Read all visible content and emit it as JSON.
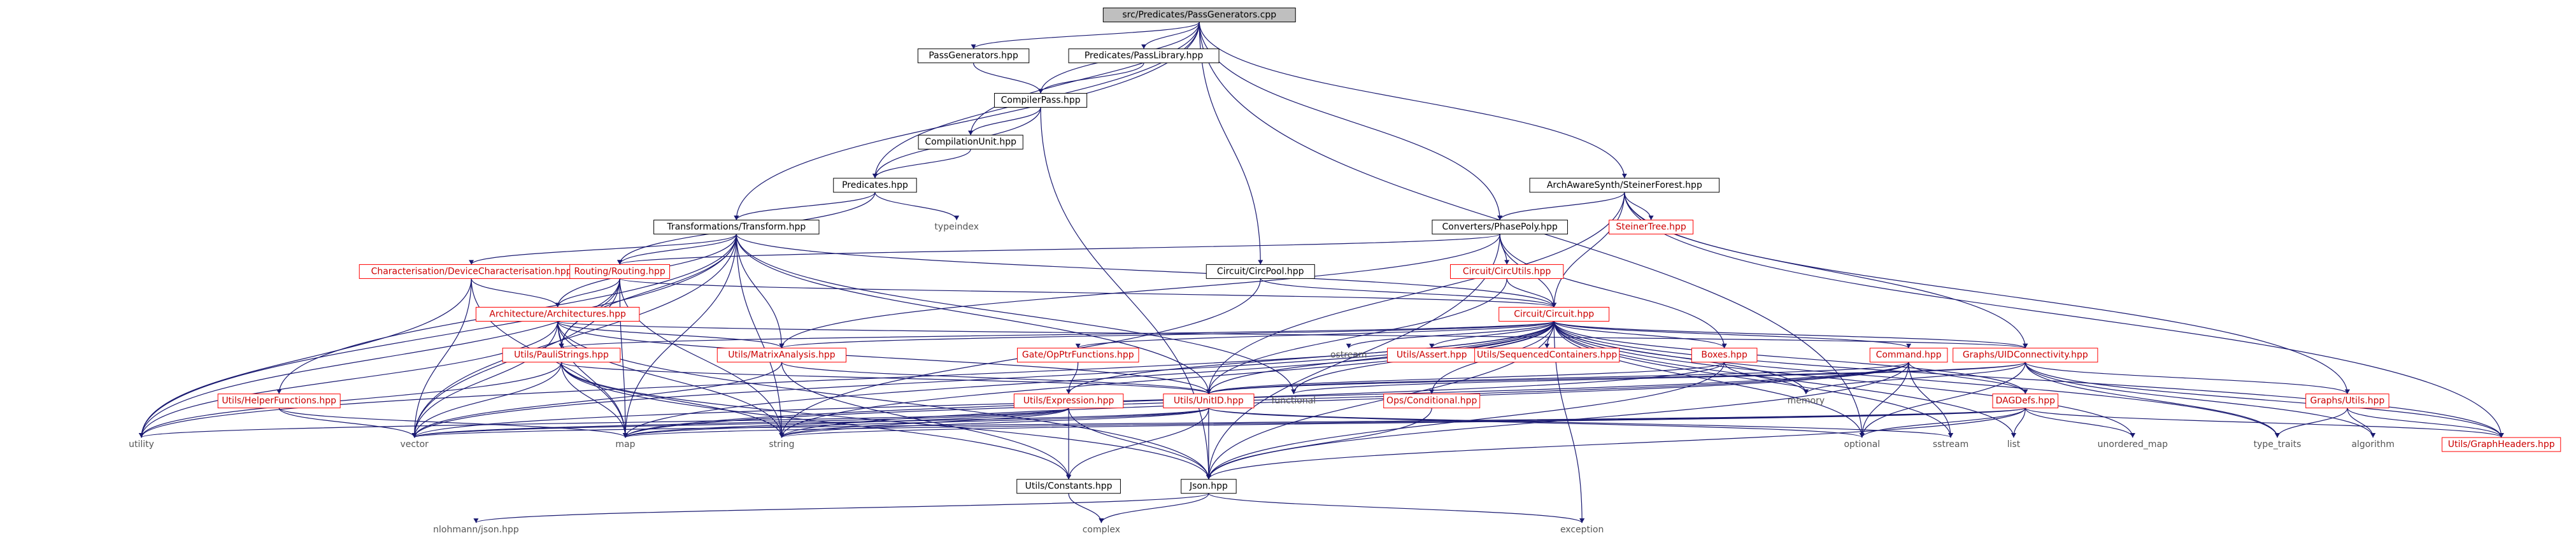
{
  "colors": {
    "edge": "#191970",
    "box_border": "#000000",
    "root_fill": "#bfbfbf",
    "truncated_border": "#ff0000",
    "system_text": "#555555"
  },
  "nodes": [
    {
      "id": "root",
      "label": "src/Predicates/PassGenerators.cpp",
      "kind": "root"
    },
    {
      "id": "passgen_hpp",
      "label": "PassGenerators.hpp",
      "kind": "file"
    },
    {
      "id": "passlib",
      "label": "Predicates/PassLibrary.hpp",
      "kind": "file"
    },
    {
      "id": "compilerpass",
      "label": "CompilerPass.hpp",
      "kind": "file"
    },
    {
      "id": "compunit",
      "label": "CompilationUnit.hpp",
      "kind": "file"
    },
    {
      "id": "predicates",
      "label": "Predicates.hpp",
      "kind": "file"
    },
    {
      "id": "typeindex",
      "label": "typeindex",
      "kind": "system"
    },
    {
      "id": "transform",
      "label": "Transformations/Transform.hpp",
      "kind": "file"
    },
    {
      "id": "circpool",
      "label": "Circuit/CircPool.hpp",
      "kind": "file"
    },
    {
      "id": "phasepoly",
      "label": "Converters/PhasePoly.hpp",
      "kind": "file"
    },
    {
      "id": "steinerforest",
      "label": "ArchAwareSynth/SteinerForest.hpp",
      "kind": "file"
    },
    {
      "id": "steinertree",
      "label": "SteinerTree.hpp",
      "kind": "truncated"
    },
    {
      "id": "devchar",
      "label": "Characterisation/DeviceCharacterisation.hpp",
      "kind": "truncated"
    },
    {
      "id": "routing",
      "label": "Routing/Routing.hpp",
      "kind": "truncated"
    },
    {
      "id": "circutils",
      "label": "Circuit/CircUtils.hpp",
      "kind": "truncated"
    },
    {
      "id": "circuit",
      "label": "Circuit/Circuit.hpp",
      "kind": "truncated"
    },
    {
      "id": "arch",
      "label": "Architecture/Architectures.hpp",
      "kind": "truncated"
    },
    {
      "id": "paulistrings",
      "label": "Utils/PauliStrings.hpp",
      "kind": "truncated"
    },
    {
      "id": "matrixanalysis",
      "label": "Utils/MatrixAnalysis.hpp",
      "kind": "truncated"
    },
    {
      "id": "helperfn",
      "label": "Utils/HelperFunctions.hpp",
      "kind": "truncated"
    },
    {
      "id": "opptr",
      "label": "Gate/OpPtrFunctions.hpp",
      "kind": "truncated"
    },
    {
      "id": "ostream",
      "label": "ostream",
      "kind": "system"
    },
    {
      "id": "assert",
      "label": "Utils/Assert.hpp",
      "kind": "truncated"
    },
    {
      "id": "seqcont",
      "label": "Utils/SequencedContainers.hpp",
      "kind": "truncated"
    },
    {
      "id": "boxes",
      "label": "Boxes.hpp",
      "kind": "truncated"
    },
    {
      "id": "command",
      "label": "Command.hpp",
      "kind": "truncated"
    },
    {
      "id": "uidconn",
      "label": "Graphs/UIDConnectivity.hpp",
      "kind": "truncated"
    },
    {
      "id": "expression",
      "label": "Utils/Expression.hpp",
      "kind": "truncated"
    },
    {
      "id": "unitid",
      "label": "Utils/UnitID.hpp",
      "kind": "truncated"
    },
    {
      "id": "functional",
      "label": "functional",
      "kind": "system"
    },
    {
      "id": "optcond",
      "label": "Ops/Conditional.hpp",
      "kind": "truncated"
    },
    {
      "id": "memory",
      "label": "memory",
      "kind": "system"
    },
    {
      "id": "dagdefs",
      "label": "DAGDefs.hpp",
      "kind": "truncated"
    },
    {
      "id": "graphutils",
      "label": "Graphs/Utils.hpp",
      "kind": "truncated"
    },
    {
      "id": "utility",
      "label": "utility",
      "kind": "system"
    },
    {
      "id": "vector",
      "label": "vector",
      "kind": "system"
    },
    {
      "id": "map",
      "label": "map",
      "kind": "system"
    },
    {
      "id": "string",
      "label": "string",
      "kind": "system"
    },
    {
      "id": "constants",
      "label": "Utils/Constants.hpp",
      "kind": "file"
    },
    {
      "id": "json",
      "label": "Json.hpp",
      "kind": "file"
    },
    {
      "id": "optional",
      "label": "optional",
      "kind": "system"
    },
    {
      "id": "sstream",
      "label": "sstream",
      "kind": "system"
    },
    {
      "id": "list",
      "label": "list",
      "kind": "system"
    },
    {
      "id": "unordered_map",
      "label": "unordered_map",
      "kind": "system"
    },
    {
      "id": "type_traits",
      "label": "type_traits",
      "kind": "system"
    },
    {
      "id": "algorithm",
      "label": "algorithm",
      "kind": "system"
    },
    {
      "id": "graphheaders",
      "label": "Utils/GraphHeaders.hpp",
      "kind": "truncated"
    },
    {
      "id": "nlohmann",
      "label": "nlohmann/json.hpp",
      "kind": "system"
    },
    {
      "id": "complex",
      "label": "complex",
      "kind": "system"
    },
    {
      "id": "exception",
      "label": "exception",
      "kind": "system"
    }
  ],
  "edges": [
    [
      "root",
      "passgen_hpp"
    ],
    [
      "root",
      "passlib"
    ],
    [
      "root",
      "compilerpass"
    ],
    [
      "root",
      "compunit"
    ],
    [
      "root",
      "predicates"
    ],
    [
      "root",
      "transform"
    ],
    [
      "root",
      "circpool"
    ],
    [
      "root",
      "phasepoly"
    ],
    [
      "root",
      "steinerforest"
    ],
    [
      "root",
      "optional"
    ],
    [
      "passgen_hpp",
      "compilerpass"
    ],
    [
      "passlib",
      "compilerpass"
    ],
    [
      "compilerpass",
      "compunit"
    ],
    [
      "compilerpass",
      "predicates"
    ],
    [
      "compilerpass",
      "json"
    ],
    [
      "compunit",
      "predicates"
    ],
    [
      "predicates",
      "transform"
    ],
    [
      "predicates",
      "typeindex"
    ],
    [
      "predicates",
      "routing"
    ],
    [
      "transform",
      "devchar"
    ],
    [
      "transform",
      "routing"
    ],
    [
      "transform",
      "arch"
    ],
    [
      "transform",
      "paulistrings"
    ],
    [
      "transform",
      "matrixanalysis"
    ],
    [
      "transform",
      "helperfn"
    ],
    [
      "transform",
      "circuit"
    ],
    [
      "transform",
      "utility"
    ],
    [
      "transform",
      "vector"
    ],
    [
      "transform",
      "map"
    ],
    [
      "transform",
      "string"
    ],
    [
      "transform",
      "functional"
    ],
    [
      "transform",
      "unitid"
    ],
    [
      "circpool",
      "circuit"
    ],
    [
      "circpool",
      "string"
    ],
    [
      "phasepoly",
      "circutils"
    ],
    [
      "phasepoly",
      "circuit"
    ],
    [
      "phasepoly",
      "boxes"
    ],
    [
      "phasepoly",
      "matrixanalysis"
    ],
    [
      "phasepoly",
      "json"
    ],
    [
      "phasepoly",
      "routing"
    ],
    [
      "steinerforest",
      "steinertree"
    ],
    [
      "steinerforest",
      "circuit"
    ],
    [
      "steinerforest",
      "phasepoly"
    ],
    [
      "steinerforest",
      "uidconn"
    ],
    [
      "steinerforest",
      "graphutils"
    ],
    [
      "steinerforest",
      "graphheaders"
    ],
    [
      "steinerforest",
      "unitid"
    ],
    [
      "devchar",
      "arch"
    ],
    [
      "devchar",
      "map"
    ],
    [
      "devchar",
      "vector"
    ],
    [
      "devchar",
      "utility"
    ],
    [
      "routing",
      "arch"
    ],
    [
      "routing",
      "circuit"
    ],
    [
      "routing",
      "paulistrings"
    ],
    [
      "routing",
      "utility"
    ],
    [
      "routing",
      "vector"
    ],
    [
      "routing",
      "map"
    ],
    [
      "routing",
      "string"
    ],
    [
      "circutils",
      "circuit"
    ],
    [
      "circutils",
      "unitid"
    ],
    [
      "circuit",
      "opptr"
    ],
    [
      "circuit",
      "ostream"
    ],
    [
      "circuit",
      "assert"
    ],
    [
      "circuit",
      "seqcont"
    ],
    [
      "circuit",
      "boxes"
    ],
    [
      "circuit",
      "command"
    ],
    [
      "circuit",
      "uidconn"
    ],
    [
      "circuit",
      "expression"
    ],
    [
      "circuit",
      "unitid"
    ],
    [
      "circuit",
      "functional"
    ],
    [
      "circuit",
      "optcond"
    ],
    [
      "circuit",
      "memory"
    ],
    [
      "circuit",
      "dagdefs"
    ],
    [
      "circuit",
      "paulistrings"
    ],
    [
      "circuit",
      "matrixanalysis"
    ],
    [
      "circuit",
      "utility"
    ],
    [
      "circuit",
      "vector"
    ],
    [
      "circuit",
      "map"
    ],
    [
      "circuit",
      "string"
    ],
    [
      "circuit",
      "json"
    ],
    [
      "circuit",
      "optional"
    ],
    [
      "circuit",
      "sstream"
    ],
    [
      "circuit",
      "list"
    ],
    [
      "circuit",
      "unordered_map"
    ],
    [
      "circuit",
      "type_traits"
    ],
    [
      "circuit",
      "graphheaders"
    ],
    [
      "circuit",
      "exception"
    ],
    [
      "arch",
      "paulistrings"
    ],
    [
      "arch",
      "matrixanalysis"
    ],
    [
      "arch",
      "uidconn"
    ],
    [
      "arch",
      "unitid"
    ],
    [
      "arch",
      "utility"
    ],
    [
      "arch",
      "vector"
    ],
    [
      "arch",
      "map"
    ],
    [
      "arch",
      "string"
    ],
    [
      "arch",
      "json"
    ],
    [
      "paulistrings",
      "unitid"
    ],
    [
      "paulistrings",
      "constants"
    ],
    [
      "paulistrings",
      "json"
    ],
    [
      "paulistrings",
      "utility"
    ],
    [
      "paulistrings",
      "vector"
    ],
    [
      "paulistrings",
      "map"
    ],
    [
      "paulistrings",
      "string"
    ],
    [
      "matrixanalysis",
      "unitid"
    ],
    [
      "matrixanalysis",
      "constants"
    ],
    [
      "matrixanalysis",
      "vector"
    ],
    [
      "helperfn",
      "vector"
    ],
    [
      "helperfn",
      "map"
    ],
    [
      "opptr",
      "expression"
    ],
    [
      "boxes",
      "unitid"
    ],
    [
      "boxes",
      "json"
    ],
    [
      "boxes",
      "memory"
    ],
    [
      "boxes",
      "map"
    ],
    [
      "command",
      "unitid"
    ],
    [
      "command",
      "json"
    ],
    [
      "command",
      "optional"
    ],
    [
      "command",
      "sstream"
    ],
    [
      "command",
      "dagdefs"
    ],
    [
      "command",
      "string"
    ],
    [
      "command",
      "vector"
    ],
    [
      "command",
      "map"
    ],
    [
      "uidconn",
      "graphutils"
    ],
    [
      "uidconn",
      "unitid"
    ],
    [
      "uidconn",
      "optional"
    ],
    [
      "uidconn",
      "memory"
    ],
    [
      "uidconn",
      "functional"
    ],
    [
      "uidconn",
      "graphheaders"
    ],
    [
      "uidconn",
      "type_traits"
    ],
    [
      "uidconn",
      "algorithm"
    ],
    [
      "expression",
      "constants"
    ],
    [
      "expression",
      "json"
    ],
    [
      "expression",
      "vector"
    ],
    [
      "expression",
      "map"
    ],
    [
      "expression",
      "string"
    ],
    [
      "expression",
      "utility"
    ],
    [
      "unitid",
      "json"
    ],
    [
      "unitid",
      "constants"
    ],
    [
      "unitid",
      "optional"
    ],
    [
      "unitid",
      "vector"
    ],
    [
      "unitid",
      "map"
    ],
    [
      "unitid",
      "string"
    ],
    [
      "unitid",
      "sstream"
    ],
    [
      "optcond",
      "json"
    ],
    [
      "dagdefs",
      "json"
    ],
    [
      "dagdefs",
      "vector"
    ],
    [
      "dagdefs",
      "map"
    ],
    [
      "dagdefs",
      "list"
    ],
    [
      "dagdefs",
      "optional"
    ],
    [
      "dagdefs",
      "graphheaders"
    ],
    [
      "dagdefs",
      "unordered_map"
    ],
    [
      "dagdefs",
      "string"
    ],
    [
      "graphutils",
      "graphheaders"
    ],
    [
      "graphutils",
      "type_traits"
    ],
    [
      "graphutils",
      "algorithm"
    ],
    [
      "constants",
      "complex"
    ],
    [
      "json",
      "nlohmann"
    ],
    [
      "json",
      "complex"
    ],
    [
      "json",
      "exception"
    ]
  ]
}
